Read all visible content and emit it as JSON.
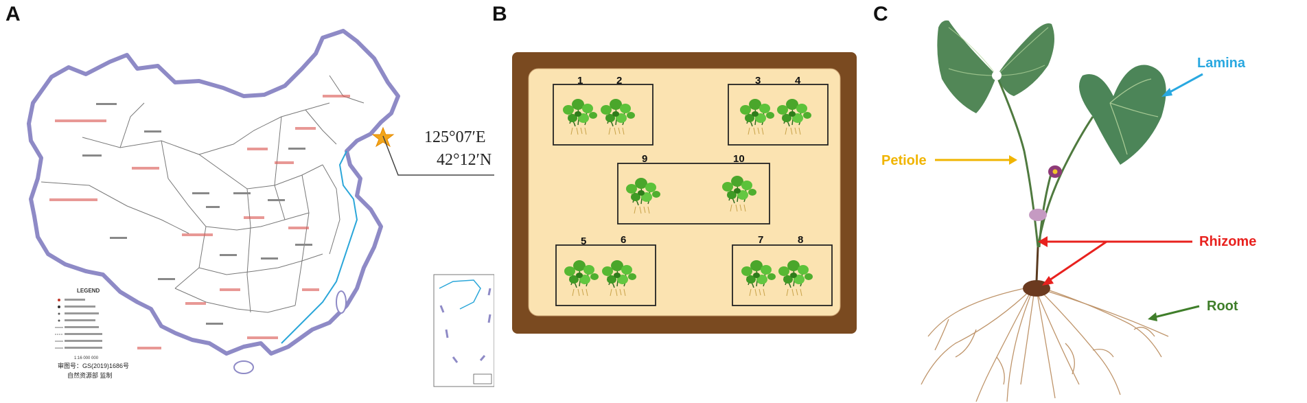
{
  "panels": {
    "a": {
      "letter": "A",
      "coordinates": {
        "longitude": "125°07′E",
        "latitude": "42°12′N"
      },
      "legend_title": "LEGEND",
      "approval_number": "审图号：GS(2019)1686号",
      "issuer": "自然资源部 监制",
      "scale": "1:16 000 000",
      "marker_color": "#f2a51a"
    },
    "b": {
      "letter": "B",
      "plot_numbers": [
        "1",
        "2",
        "3",
        "4",
        "9",
        "10",
        "5",
        "6",
        "7",
        "8"
      ],
      "frame_color": "#7a4a20",
      "field_color": "#fbe3b1"
    },
    "c": {
      "letter": "C",
      "labels": {
        "lamina": {
          "text": "Lamina",
          "color": "#29a8e0"
        },
        "petiole": {
          "text": "Petiole",
          "color": "#f0b400"
        },
        "rhizome": {
          "text": "Rhizome",
          "color": "#e8211e"
        },
        "root": {
          "text": "Root",
          "color": "#3f7e2a"
        }
      }
    }
  }
}
